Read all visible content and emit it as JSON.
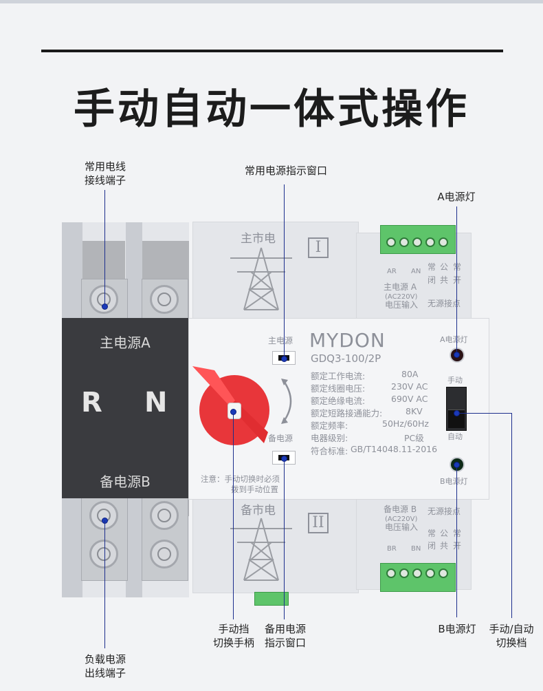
{
  "title": "手动自动一体式操作",
  "callouts": {
    "terminal_a_line1": "常用电线",
    "terminal_a_line2": "接线端子",
    "window_main": "常用电源指示窗口",
    "led_a": "A电源灯",
    "handle_line1": "手动挡",
    "handle_line2": "切换手柄",
    "window_backup_line1": "备用电源",
    "window_backup_line2": "指示窗口",
    "led_b": "B电源灯",
    "switch_line1": "手动/自动",
    "switch_line2": "切换档",
    "load_line1": "负载电源",
    "load_line2": "出线端子"
  },
  "device": {
    "panel_top": "主电源A",
    "panel_r": "R",
    "panel_n": "N",
    "panel_bottom": "备电源B",
    "main_grid": "主市电",
    "backup_grid": "备市电",
    "roman_top": "I",
    "roman_bottom": "II",
    "main_power_label": "主电源",
    "backup_power_label": "备电源",
    "brand": "MYDON",
    "model": "GDQ3-100/2P",
    "specs": [
      {
        "k": "额定工作电流:",
        "v": "80A"
      },
      {
        "k": "额定线圈电压:",
        "v": "230V AC"
      },
      {
        "k": "额定绝缘电流:",
        "v": "690V AC"
      },
      {
        "k": "额定短路接通能力:",
        "v": "8KV"
      },
      {
        "k": "额定频率:",
        "v": "50Hz/60Hz"
      },
      {
        "k": "电器级别:",
        "v": "PC级"
      },
      {
        "k": "符合标准:",
        "v": "GB/T14048.11-2016"
      }
    ],
    "note_line1": "注意：手动切换时必须",
    "note_line2": "拨到手动位置",
    "led_a_label": "A电源灯",
    "led_b_label": "B电源灯",
    "manual": "手动",
    "auto": "自动",
    "top_term": {
      "ar": "AR",
      "an": "AN",
      "l1": "主电源 A",
      "l2": "(AC220V)",
      "l3": "电压输入",
      "nc1": "常",
      "nc2": "公",
      "nc3": "常",
      "no1": "闭",
      "no2": "共",
      "no3": "开",
      "dry": "无源接点"
    },
    "bot_term": {
      "br": "BR",
      "bn": "BN",
      "l1": "备电源 B",
      "l2": "(AC220V)",
      "l3": "电压输入",
      "nc1": "常",
      "nc2": "公",
      "nc3": "常",
      "no1": "闭",
      "no2": "共",
      "no3": "开",
      "dry": "无源接点"
    }
  }
}
